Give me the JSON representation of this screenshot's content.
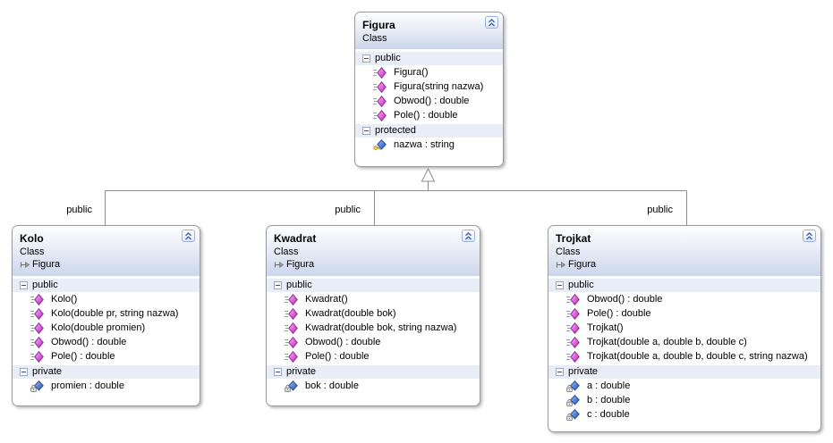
{
  "connector_labels": [
    "public",
    "public",
    "public"
  ],
  "classes": [
    {
      "name": "Figura",
      "kind": "Class",
      "base": "",
      "sections": [
        {
          "label": "public",
          "members": [
            {
              "text": "Figura()",
              "icon": "method"
            },
            {
              "text": "Figura(string nazwa)",
              "icon": "method"
            },
            {
              "text": "Obwod() : double",
              "icon": "method"
            },
            {
              "text": "Pole() : double",
              "icon": "method"
            }
          ]
        },
        {
          "label": "protected",
          "members": [
            {
              "text": "nazwa : string",
              "icon": "field-key"
            }
          ]
        }
      ]
    },
    {
      "name": "Kolo",
      "kind": "Class",
      "base": "Figura",
      "sections": [
        {
          "label": "public",
          "members": [
            {
              "text": "Kolo()",
              "icon": "method"
            },
            {
              "text": "Kolo(double pr, string nazwa)",
              "icon": "method"
            },
            {
              "text": "Kolo(double promien)",
              "icon": "method"
            },
            {
              "text": "Obwod() : double",
              "icon": "method"
            },
            {
              "text": "Pole() : double",
              "icon": "method"
            }
          ]
        },
        {
          "label": "private",
          "members": [
            {
              "text": "promien : double",
              "icon": "field-lock"
            }
          ]
        }
      ]
    },
    {
      "name": "Kwadrat",
      "kind": "Class",
      "base": "Figura",
      "sections": [
        {
          "label": "public",
          "members": [
            {
              "text": "Kwadrat()",
              "icon": "method"
            },
            {
              "text": "Kwadrat(double bok)",
              "icon": "method"
            },
            {
              "text": "Kwadrat(double bok, string nazwa)",
              "icon": "method"
            },
            {
              "text": "Obwod() : double",
              "icon": "method"
            },
            {
              "text": "Pole() : double",
              "icon": "method"
            }
          ]
        },
        {
          "label": "private",
          "members": [
            {
              "text": "bok : double",
              "icon": "field-lock"
            }
          ]
        }
      ]
    },
    {
      "name": "Trojkat",
      "kind": "Class",
      "base": "Figura",
      "sections": [
        {
          "label": "public",
          "members": [
            {
              "text": "Obwod() : double",
              "icon": "method"
            },
            {
              "text": "Pole() : double",
              "icon": "method"
            },
            {
              "text": "Trojkat()",
              "icon": "method"
            },
            {
              "text": "Trojkat(double a, double b, double c)",
              "icon": "method"
            },
            {
              "text": "Trojkat(double a, double b, double c, string nazwa)",
              "icon": "method"
            }
          ]
        },
        {
          "label": "private",
          "members": [
            {
              "text": "a : double",
              "icon": "field-lock"
            },
            {
              "text": "b : double",
              "icon": "field-lock"
            },
            {
              "text": "c : double",
              "icon": "field-lock"
            }
          ]
        }
      ]
    }
  ]
}
